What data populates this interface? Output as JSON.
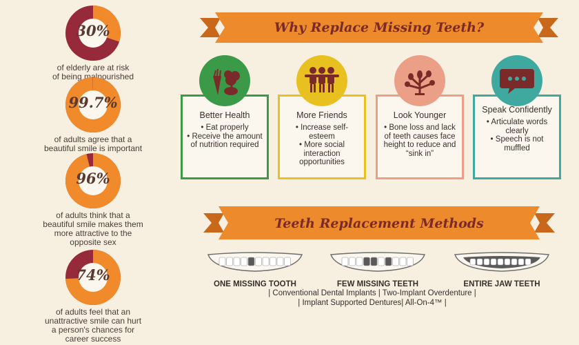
{
  "colors": {
    "maroon": "#962a3a",
    "orange": "#f08a2a",
    "green": "#3a9a48",
    "yellow": "#e8c020",
    "peach": "#eb9f86",
    "teal": "#3fa9a0",
    "banner": "#ec8a2c",
    "title": "#7b2a2a",
    "bg": "#f7efe0"
  },
  "stats": [
    {
      "pct": "30%",
      "value": 30,
      "text": [
        "of elderly are at risk",
        "of being malnourished"
      ]
    },
    {
      "pct": "99.7%",
      "value": 99.7,
      "text": [
        "of adults agree that a",
        "beautiful smile is important"
      ]
    },
    {
      "pct": "96%",
      "value": 96,
      "text": [
        "of adults think that a",
        "beautiful smile makes them",
        "more attractive to the",
        "opposite sex"
      ]
    },
    {
      "pct": "74%",
      "value": 74,
      "text": [
        "of adults feel that an",
        "unattractive smile can hurt",
        "a person's chances for",
        "career success"
      ]
    }
  ],
  "why": {
    "title": "Why Replace Missing Teeth?",
    "cards": [
      {
        "icon": "vegetables-icon",
        "title": "Better Health",
        "items": [
          "• Eat properly",
          "• Receive the amount of nutrition required"
        ]
      },
      {
        "icon": "friends-icon",
        "title": "More Friends",
        "items": [
          "• Increase self-esteem",
          "• More social interaction opportunities"
        ]
      },
      {
        "icon": "tree-icon",
        "title": "Look Younger",
        "items": [
          "• Bone loss and lack of teeth causes face height to reduce and “sink in”"
        ]
      },
      {
        "icon": "speech-bubble-icon",
        "title": "Speak Confidently",
        "items": [
          "• Articulate words clearly",
          "• Speech is not muffled"
        ]
      }
    ]
  },
  "methods": {
    "title": "Teeth Replacement Methods",
    "items": [
      {
        "label": "ONE MISSING TOOTH",
        "icon": "one-missing-tooth-icon"
      },
      {
        "label": "FEW MISSING TEETH",
        "icon": "few-missing-teeth-icon"
      },
      {
        "label": "ENTIRE JAW TEETH",
        "icon": "entire-jaw-teeth-icon"
      }
    ],
    "techniques": [
      "| Conventional Dental Implants | Two-Implant Overdenture |",
      "| Implant Supported Dentures| All-On-4™ |"
    ]
  }
}
